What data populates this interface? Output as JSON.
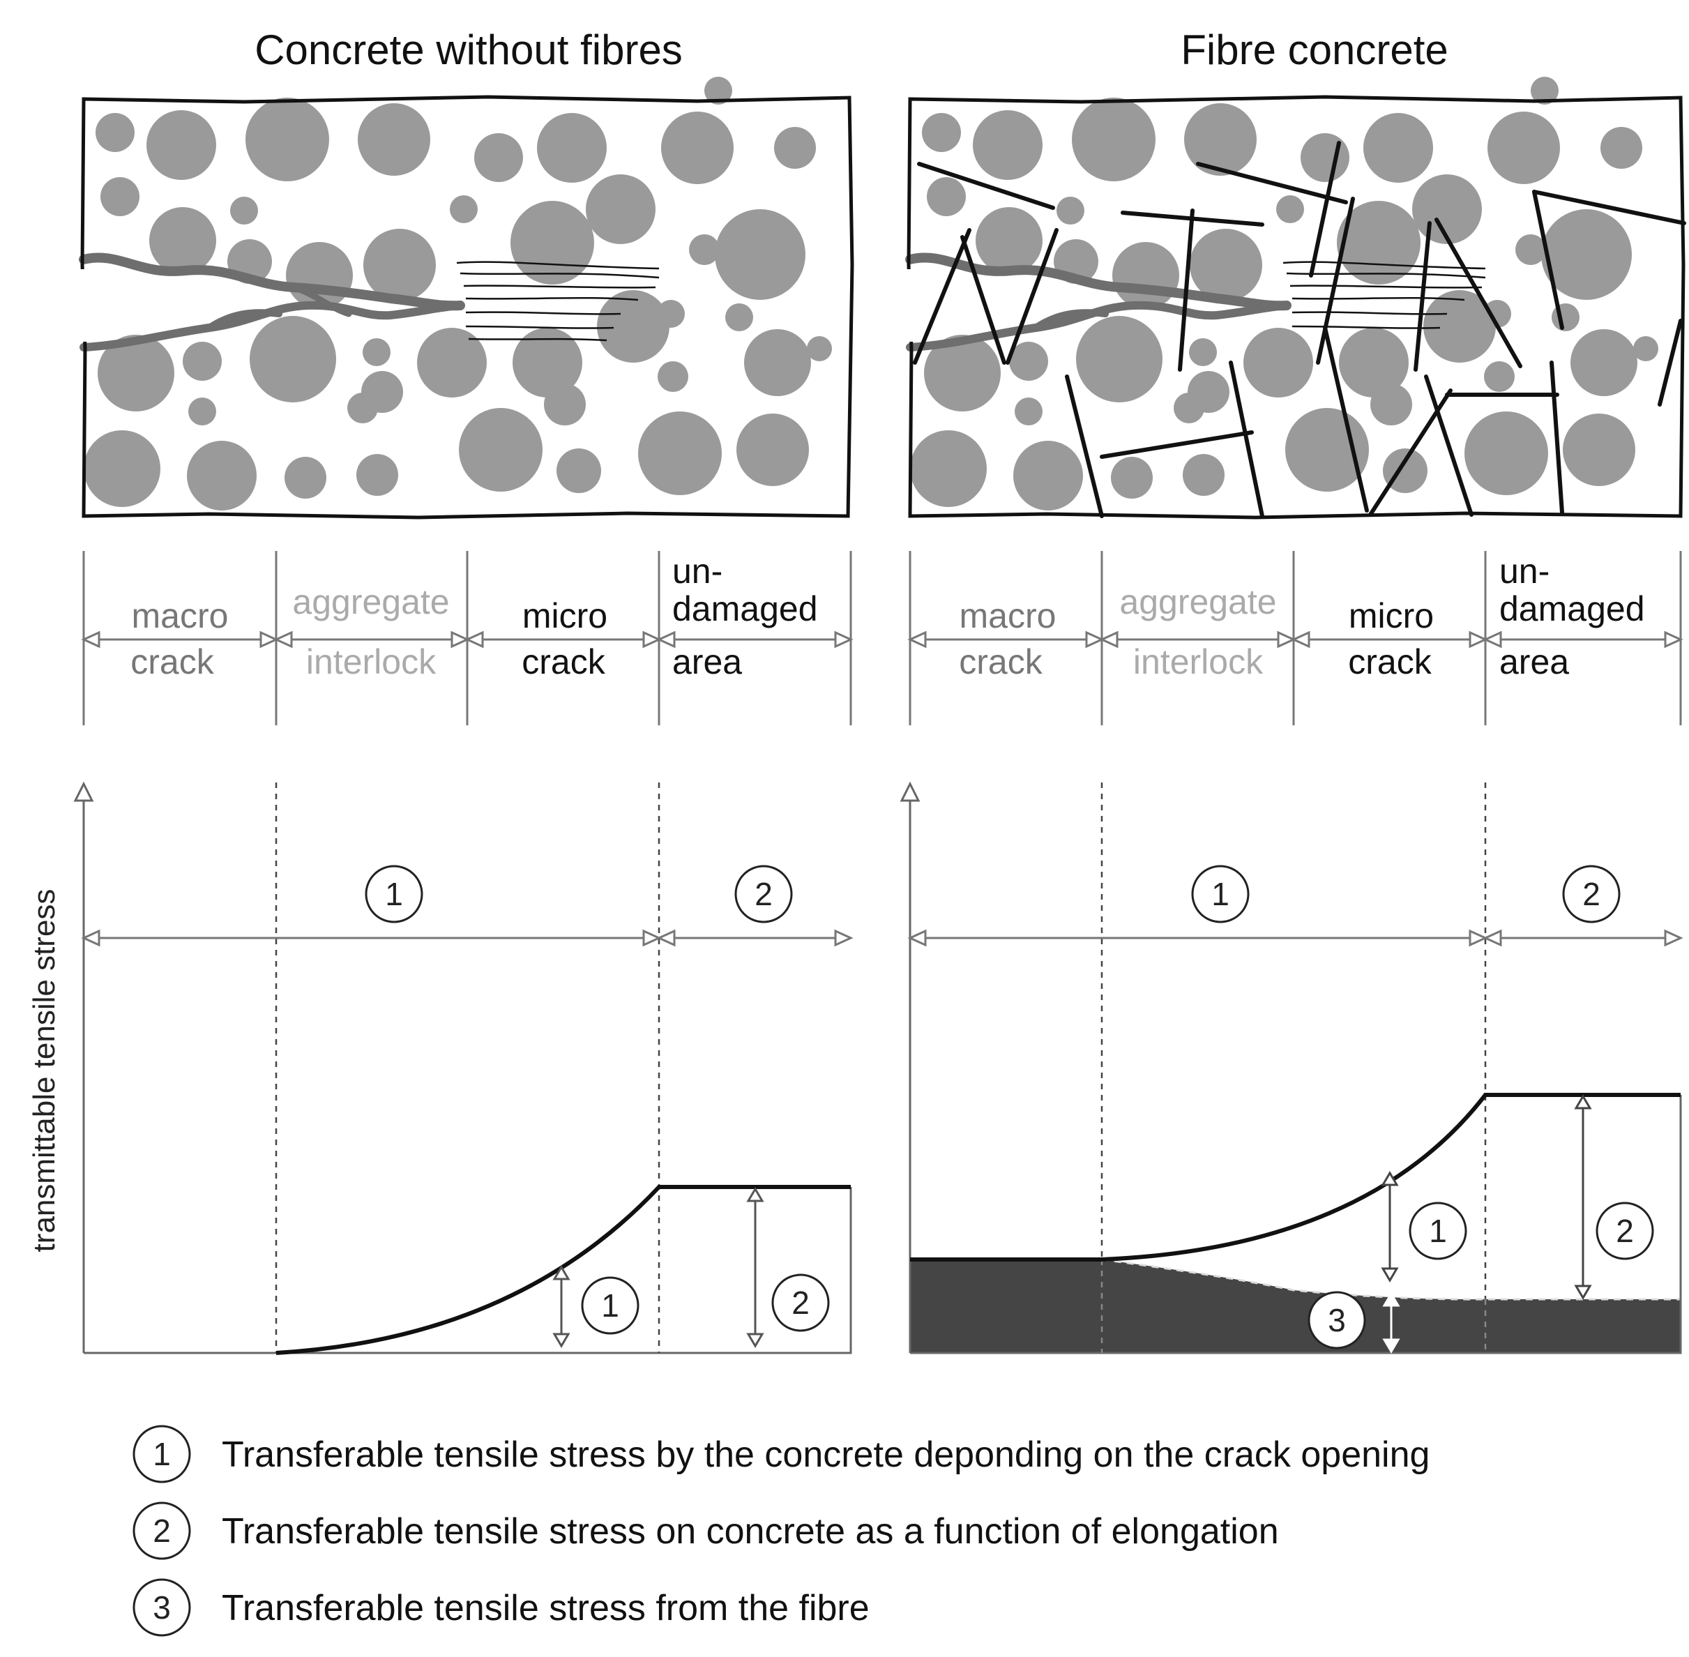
{
  "panels": [
    {
      "id": "left",
      "title": "Concrete without fibres",
      "zones": [
        {
          "lines": [
            "macro",
            "crack"
          ],
          "color": "#777777"
        },
        {
          "lines": [
            "aggregate",
            "interlock"
          ],
          "color": "#aaaaaa"
        },
        {
          "lines": [
            "micro",
            "crack"
          ],
          "color": "#111111"
        },
        {
          "lines": [
            "un-",
            "damaged",
            "area"
          ],
          "color": "#111111"
        }
      ],
      "ranges": [
        "1",
        "2"
      ],
      "annotations": [
        "1",
        "2"
      ]
    },
    {
      "id": "right",
      "title": "Fibre concrete",
      "zones": [
        {
          "lines": [
            "macro",
            "crack"
          ],
          "color": "#777777"
        },
        {
          "lines": [
            "aggregate",
            "interlock"
          ],
          "color": "#aaaaaa"
        },
        {
          "lines": [
            "micro",
            "crack"
          ],
          "color": "#111111"
        },
        {
          "lines": [
            "un-",
            "damaged",
            "area"
          ],
          "color": "#111111"
        }
      ],
      "ranges": [
        "1",
        "2"
      ],
      "annotations": [
        "1",
        "2",
        "3"
      ]
    }
  ],
  "y_axis_title": "transmittable tensile stress",
  "legend": [
    {
      "num": "1",
      "text": "Transferable tensile stress by the concrete deponding on the crack opening"
    },
    {
      "num": "2",
      "text": "Transferable tensile stress on concrete as a function of elongation"
    },
    {
      "num": "3",
      "text": "Transferable tensile stress from the fibre"
    }
  ],
  "colors": {
    "aggregate": "#9a9a9a",
    "fibre_stress_fill": "#454545",
    "outline": "#111111",
    "guide": "#777777"
  }
}
